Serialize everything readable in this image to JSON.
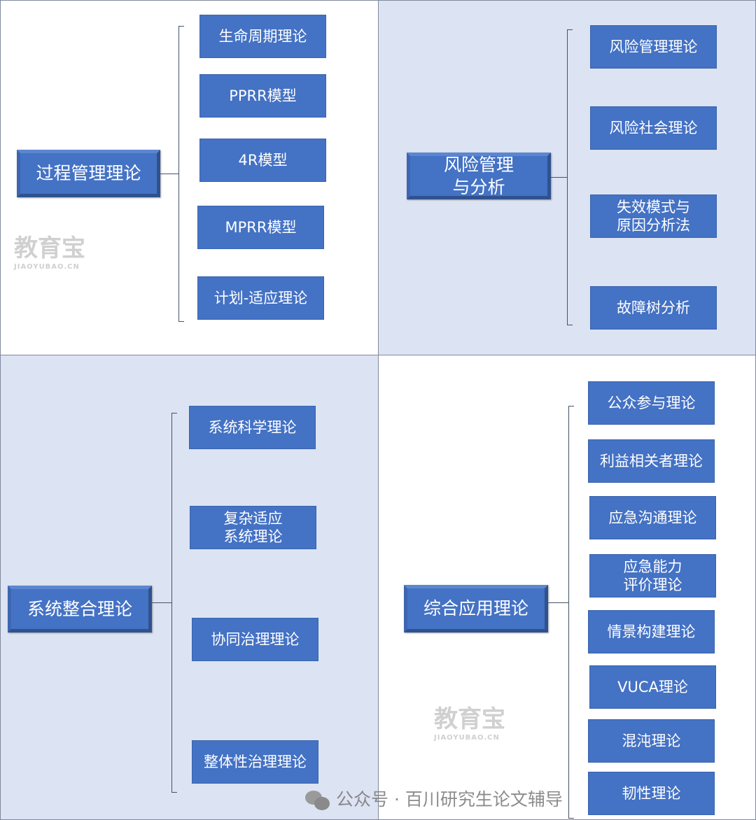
{
  "quadrants": [
    {
      "title": "过程管理理论",
      "items": [
        "生命周期理论",
        "PPRR模型",
        "4R模型",
        "MPRR模型",
        "计划-适应理论"
      ]
    },
    {
      "title": "风险管理\n与分析",
      "items": [
        "风险管理理论",
        "风险社会理论",
        "失效模式与\n原因分析法",
        "故障树分析"
      ]
    },
    {
      "title": "系统整合理论",
      "items": [
        "系统科学理论",
        "复杂适应\n系统理论",
        "协同治理理论",
        "整体性治理理论"
      ]
    },
    {
      "title": "综合应用理论",
      "items": [
        "公众参与理论",
        "利益相关者理论",
        "应急沟通理论",
        "应急能力\n评价理论",
        "情景构建理论",
        "VUCA理论",
        "混沌理论",
        "韧性理论"
      ]
    }
  ],
  "colors": {
    "box": "#4472c4",
    "box_border": "#2f528f",
    "shaded_quadrant": "#dce3f2"
  },
  "watermark": {
    "logo": "教育宝",
    "domain": "JIAOYUBAO.CN"
  },
  "footer": {
    "text": "公众号 · 百川研究生论文辅导",
    "icon": "wechat-icon"
  }
}
